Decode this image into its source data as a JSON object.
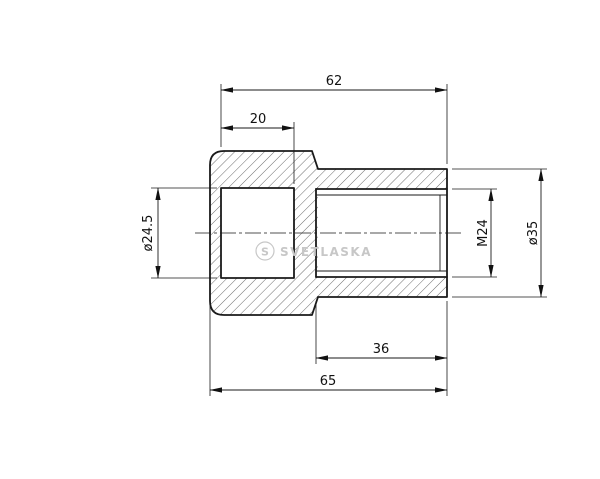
{
  "watermark": {
    "logo_letter": "S",
    "brand": "SVETLASKA"
  },
  "dimensions": {
    "top_overall": "62",
    "top_inner": "20",
    "left_diameter": "ø24.5",
    "right_thread": "M24",
    "right_outer_diameter": "ø35",
    "bottom_thread_length": "36",
    "bottom_overall": "65"
  }
}
